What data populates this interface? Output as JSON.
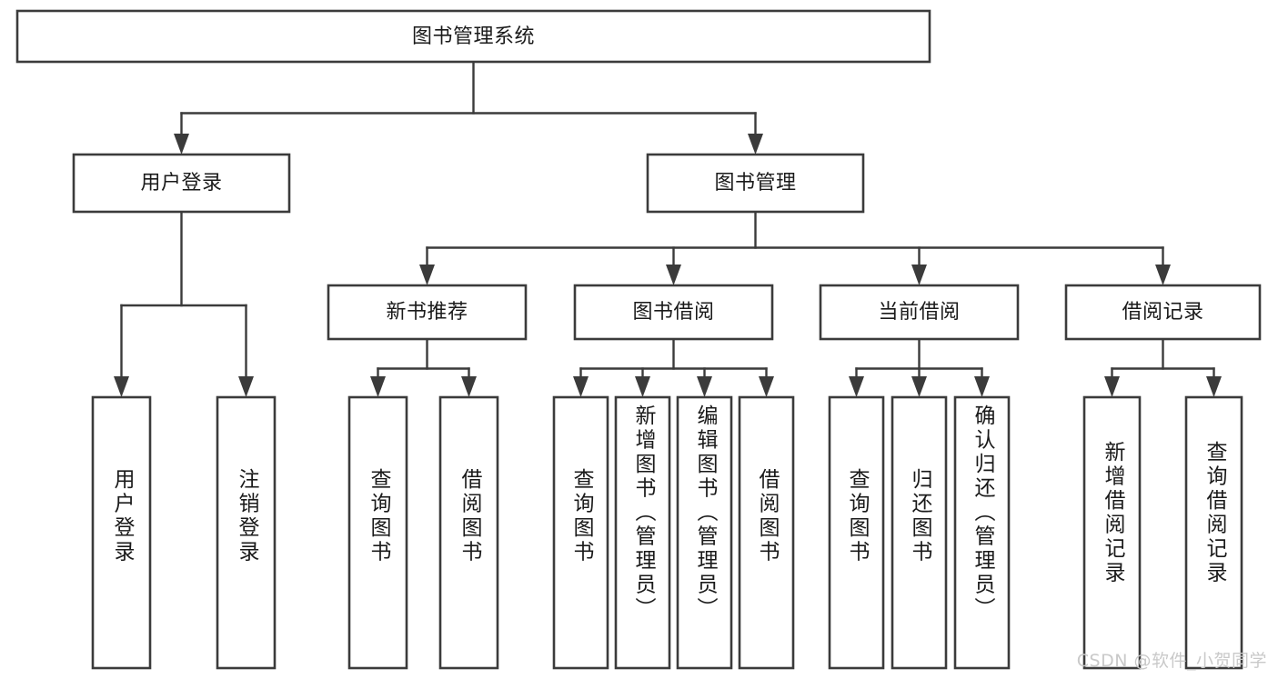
{
  "diagram": {
    "type": "tree",
    "title": "图书管理系统",
    "watermark": "CSDN @软件_小贺同学",
    "colors": {
      "box_stroke": "#3b3b3b",
      "box_fill": "#ffffff",
      "text": "#1a1a1a",
      "background": "#ffffff",
      "watermark": "#c9c9c9"
    },
    "root": {
      "label": "图书管理系统"
    },
    "level2": [
      {
        "label": "用户登录"
      },
      {
        "label": "图书管理"
      }
    ],
    "level3": [
      {
        "label": "新书推荐"
      },
      {
        "label": "图书借阅"
      },
      {
        "label": "当前借阅"
      },
      {
        "label": "借阅记录"
      }
    ],
    "leaves": {
      "user_login": [
        {
          "label": "用户登录"
        },
        {
          "label": "注销登录"
        }
      ],
      "new_book_recommend": [
        {
          "label": "查询图书"
        },
        {
          "label": "借阅图书"
        }
      ],
      "book_borrow": [
        {
          "label": "查询图书"
        },
        {
          "label": "新增图书（管理员）"
        },
        {
          "label": "编辑图书（管理员）"
        },
        {
          "label": "借阅图书"
        }
      ],
      "current_borrow": [
        {
          "label": "查询图书"
        },
        {
          "label": "归还图书"
        },
        {
          "label": "确认归还（管理员）"
        }
      ],
      "borrow_record": [
        {
          "label": "新增借阅记录"
        },
        {
          "label": "查询借阅记录"
        }
      ]
    }
  }
}
